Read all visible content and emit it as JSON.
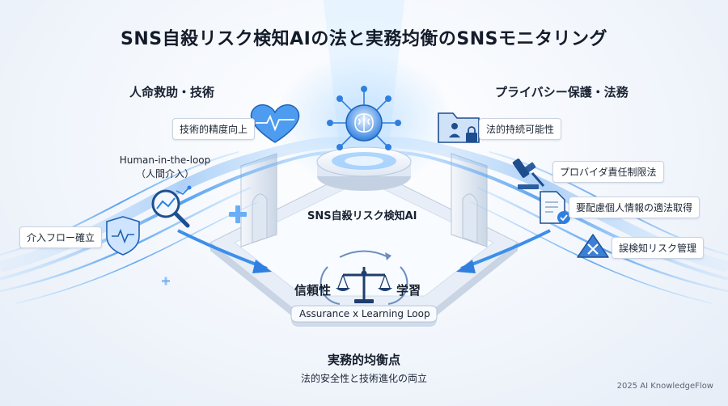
{
  "title": "SNS自殺リスク検知AIの法と実務均衡のSNSモニタリング",
  "left": {
    "heading": "人命救助・技術",
    "items": [
      "技術的精度向上",
      "Human-in-the-loop",
      "（人間介入）",
      "介入フロー確立"
    ]
  },
  "right": {
    "heading": "プライバシー保護・法務",
    "items": [
      "法的持続可能性",
      "プロバイダ責任制限法",
      "要配慮個人情報の適法取得",
      "誤検知リスク管理"
    ]
  },
  "hub": {
    "label": "SNS自殺リスク検知AI"
  },
  "scale": {
    "left_word": "信頼性",
    "right_word": "学習",
    "loop": "Assurance x Learning Loop"
  },
  "balance": {
    "title": "実務的均衡点",
    "subtitle": "法的安全性と技術進化の両立"
  },
  "footer": "2025 AI KnowledgeFlow",
  "icons": {
    "heart": "heart-pulse-icon",
    "magnifier": "magnifier-chart-icon",
    "shield": "shield-pulse-icon",
    "brain": "brain-network-icon",
    "folder": "folder-lock-icon",
    "gavel": "gavel-icon",
    "document": "document-check-icon",
    "warning": "warning-x-icon",
    "scale": "scale-icon"
  },
  "colors": {
    "accent": "#2f7fe0",
    "flow": "#4ea3f5",
    "dark": "#1d4f9a"
  }
}
